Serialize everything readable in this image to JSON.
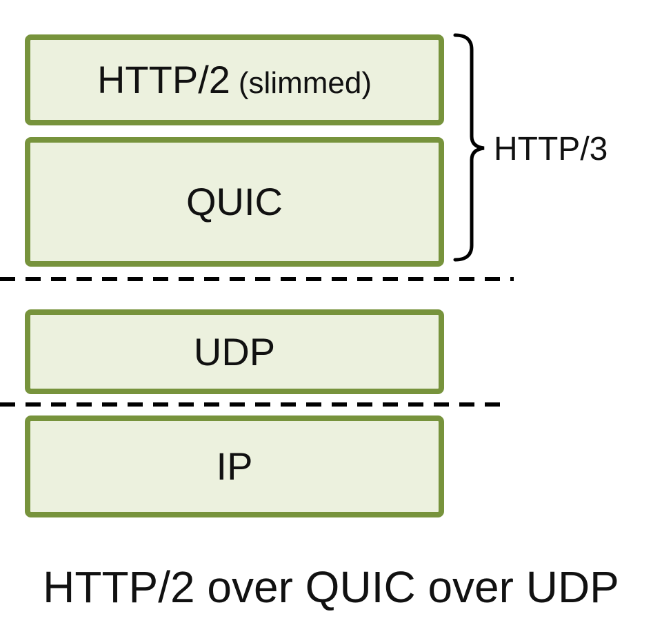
{
  "diagram": {
    "boxes": [
      {
        "id": "http2",
        "label": "HTTP/2",
        "sublabel": "(slimmed)"
      },
      {
        "id": "quic",
        "label": "QUIC",
        "sublabel": ""
      },
      {
        "id": "udp",
        "label": "UDP",
        "sublabel": ""
      },
      {
        "id": "ip",
        "label": "IP",
        "sublabel": ""
      }
    ],
    "bracket": {
      "label": "HTTP/3"
    },
    "caption": "HTTP/2 over QUIC over UDP",
    "colors": {
      "box_fill": "#ECF1DE",
      "box_border": "#77933C",
      "line_color": "#000000",
      "text_color": "#111111"
    }
  }
}
